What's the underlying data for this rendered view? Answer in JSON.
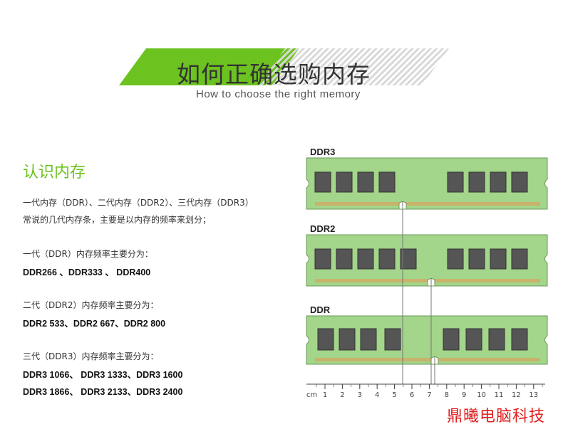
{
  "banner": {
    "title": "如何正确选购内存",
    "subtitle": "How to choose the right memory"
  },
  "section": {
    "heading": "认识内存",
    "intro_line1": "一代内存（DDR）、二代内存（DDR2）、三代内存（DDR3）",
    "intro_line2": "常说的几代内存条，主要是以内存的频率来划分；",
    "ddr_label": "一代（DDR）内存频率主要分为：",
    "ddr_values": "DDR266 、DDR333 、 DDR400",
    "ddr2_label": "二代（DDR2）内存频率主要分为：",
    "ddr2_values": "DDR2 533、DDR2 667、DDR2 800",
    "ddr3_label": "三代（DDR3）内存频率主要分为：",
    "ddr3_values_1": "DDR3 1066、 DDR3 1333、DDR3 1600",
    "ddr3_values_2": "DDR3 1866、 DDR3 2133、DDR3 2400"
  },
  "modules": [
    {
      "label": "DDR3",
      "notch_cm": 5.4
    },
    {
      "label": "DDR2",
      "notch_cm": 7.1
    },
    {
      "label": "DDR",
      "notch_cm": 7.3
    }
  ],
  "ruler": {
    "unit": "cm",
    "ticks": [
      "1",
      "2",
      "3",
      "4",
      "5",
      "6",
      "7",
      "8",
      "9",
      "10",
      "11",
      "12",
      "13"
    ]
  },
  "colors": {
    "accent_green": "#6cc21f",
    "pcb_green": "#a3d58a",
    "chip_gray": "#555555",
    "watermark_red": "#e02020"
  },
  "watermark": "鼎曦电脑科技"
}
